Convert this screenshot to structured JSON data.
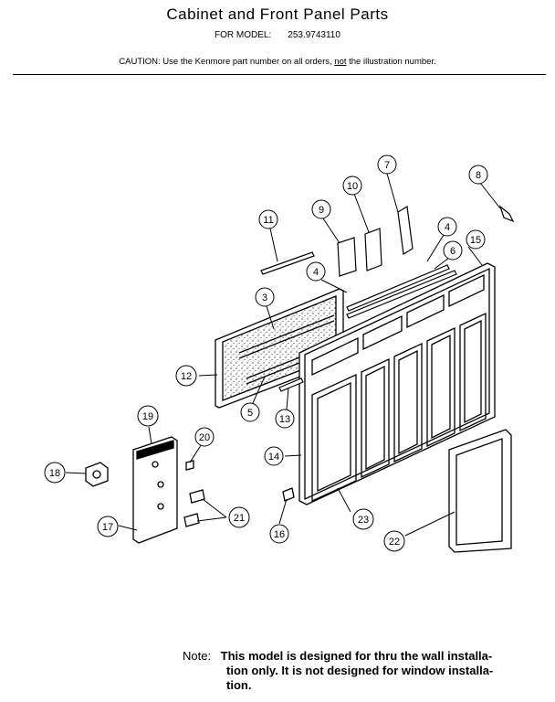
{
  "header": {
    "title": "Cabinet and Front Panel Parts",
    "model_label": "FOR MODEL:",
    "model_number": "253.9743110",
    "caution_prefix": "CAUTION:   Use the Kenmore part number on all orders, ",
    "caution_not": "not",
    "caution_suffix": " the illustration number."
  },
  "callouts": {
    "c1": "3",
    "c2": "4",
    "c3": "4",
    "c4": "5",
    "c5": "6",
    "c6": "7",
    "c7": "8",
    "c8": "9",
    "c9": "10",
    "c10": "11",
    "c11": "12",
    "c12": "13",
    "c13": "14",
    "c14": "15",
    "c15": "16",
    "c16": "17",
    "c17": "18",
    "c18": "19",
    "c19": "20",
    "c20": "21",
    "c21": "22",
    "c22": "23"
  },
  "note": {
    "label": "Note:",
    "line1": "This model is designed for thru the wall installa-",
    "line2": "tion only.  It is not designed for window installa-",
    "line3": "tion."
  }
}
